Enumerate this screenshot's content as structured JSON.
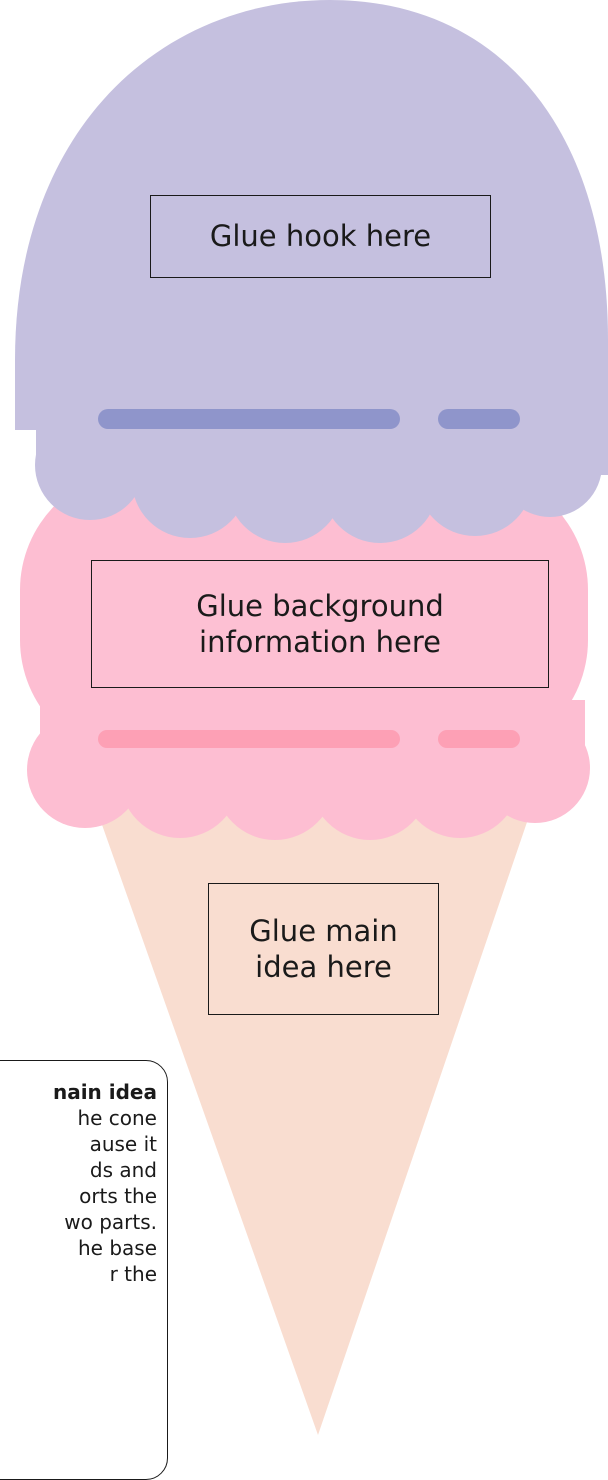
{
  "scoops": {
    "hook": {
      "label": "Glue hook here",
      "color": "#c5c0df",
      "accent": "#8f95cb"
    },
    "background": {
      "label_lines": [
        "Glue background",
        "information here"
      ],
      "color": "#fdc0d3",
      "accent": "#fd9fb4"
    }
  },
  "cone": {
    "label_lines": [
      "Glue main",
      "idea here"
    ],
    "color": "#f9ddd0"
  },
  "note": {
    "title": "nain idea",
    "lines": [
      "he cone",
      "ause it",
      "ds and",
      "orts the",
      "wo parts.",
      "he base",
      "r the"
    ]
  }
}
